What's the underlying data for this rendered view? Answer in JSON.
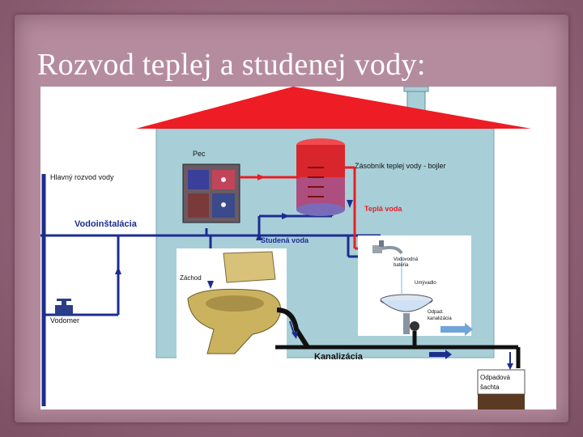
{
  "slide": {
    "title": "Rozvod teplej a studenej vody:"
  },
  "diagram": {
    "labels": {
      "main_supply": "Hlavný rozvod vody",
      "water_installation": "Vodoinštalácia",
      "water_meter": "Vodomer",
      "stove": "Pec",
      "boiler": "Zásobník teplej vody - bojler",
      "hot_water": "Teplá voda",
      "cold_water": "Studená voda",
      "toilet": "Záchod",
      "tap_line1": "Vodovodná",
      "tap_line2": "batéria",
      "sink": "Umývadlo",
      "waste_line1": "Odpad.",
      "waste_line2": "kanalizácia",
      "sewer": "Kanalizácia",
      "waste_shaft_line1": "Odpadová",
      "waste_shaft_line2": "šachta"
    },
    "colors": {
      "roof": "#ee1c24",
      "house": "#a8cfd8",
      "cold_pipe": "#1c2d8f",
      "hot_pipe": "#e81e25",
      "sewer_pipe": "#111111",
      "boiler": "#d9262c"
    }
  }
}
